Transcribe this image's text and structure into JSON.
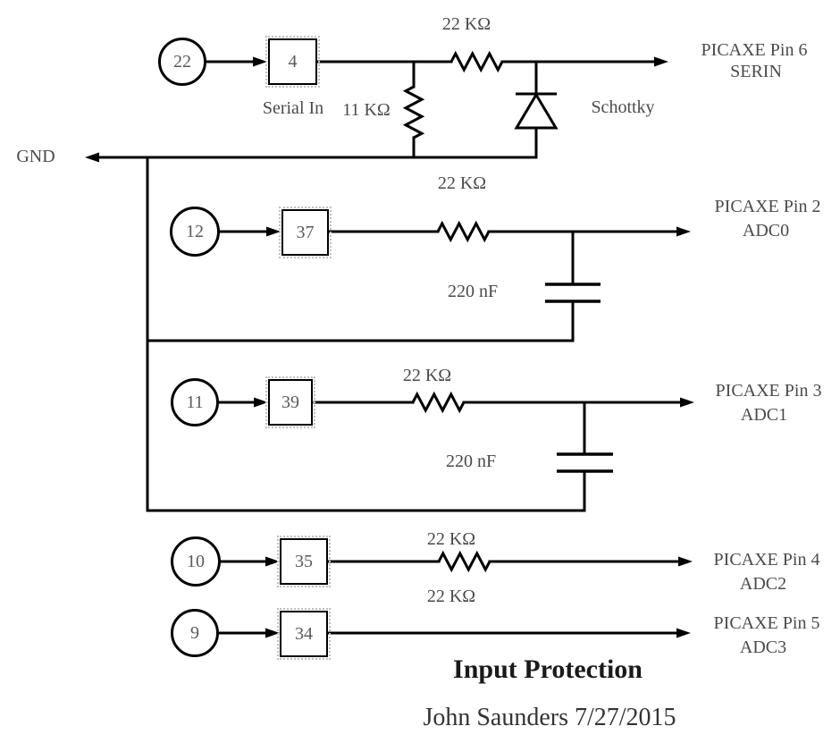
{
  "title": "Input Protection",
  "credit": "John Saunders 7/27/2015",
  "gnd_label": "GND",
  "rows": [
    {
      "node": "22",
      "gate": "4",
      "gate_caption": "Serial In",
      "series_resistor": "22 KΩ",
      "shunt_resistor": "11 KΩ",
      "diode": "Schottky",
      "pin": "PICAXE Pin 6",
      "signal": "SERIN"
    },
    {
      "node": "12",
      "gate": "37",
      "series_resistor": "22 KΩ",
      "capacitor": "220 nF",
      "pin": "PICAXE Pin 2",
      "signal": "ADC0"
    },
    {
      "node": "11",
      "gate": "39",
      "series_resistor": "22 KΩ",
      "capacitor": "220 nF",
      "pin": "PICAXE Pin 3",
      "signal": "ADC1"
    },
    {
      "node": "10",
      "gate": "35",
      "series_resistor": "22 KΩ",
      "pin": "PICAXE Pin 4",
      "signal": "ADC2"
    },
    {
      "node": "9",
      "gate": "34",
      "series_resistor": "22 KΩ",
      "pin": "PICAXE Pin 5",
      "signal": "ADC3"
    }
  ],
  "colors": {
    "line": "#000000",
    "label_text": "#4a4a4a",
    "node_text": "#5a5a5a",
    "title_text": "#1a1a1a"
  }
}
